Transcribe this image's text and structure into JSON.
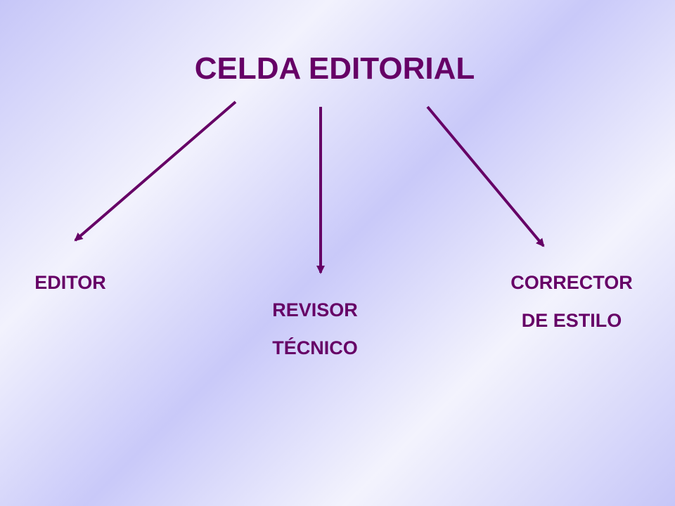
{
  "diagram": {
    "title": "CELDA EDITORIAL",
    "accent_color": "#660066",
    "nodes": [
      {
        "id": "editor",
        "lines": [
          "EDITOR"
        ]
      },
      {
        "id": "revisor",
        "lines": [
          "REVISOR",
          "TÉCNICO"
        ]
      },
      {
        "id": "corrector",
        "lines": [
          "CORRECTOR",
          "DE ESTILO"
        ]
      }
    ],
    "edges": [
      {
        "from": "title",
        "to": "editor"
      },
      {
        "from": "title",
        "to": "revisor"
      },
      {
        "from": "title",
        "to": "corrector"
      }
    ]
  }
}
